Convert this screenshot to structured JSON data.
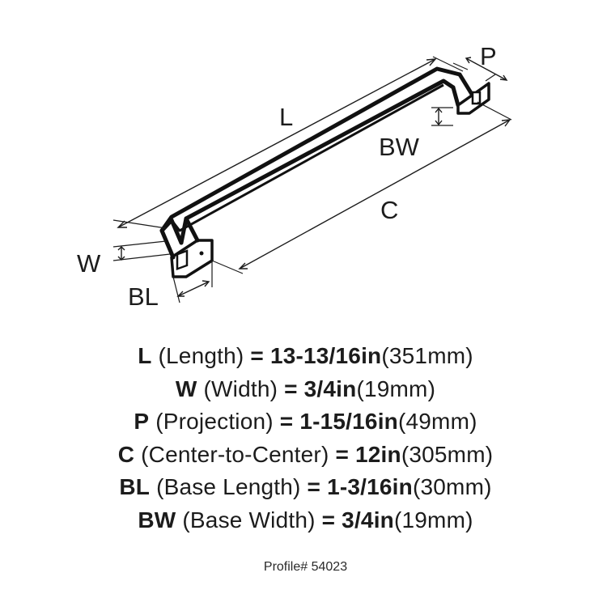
{
  "diagram": {
    "labels": {
      "L": "L",
      "P": "P",
      "BW": "BW",
      "C": "C",
      "W": "W",
      "BL": "BL"
    }
  },
  "specs": [
    {
      "abbr": "L",
      "name": "(Length)",
      "eq": "=",
      "value": "13-13/16in",
      "metric": "(351mm)"
    },
    {
      "abbr": "W",
      "name": "(Width)",
      "eq": "=",
      "value": "3/4in",
      "metric": "(19mm)"
    },
    {
      "abbr": "P",
      "name": "(Projection)",
      "eq": "=",
      "value": "1-15/16in",
      "metric": "(49mm)"
    },
    {
      "abbr": "C",
      "name": "(Center-to-Center)",
      "eq": "=",
      "value": "12in",
      "metric": "(305mm)"
    },
    {
      "abbr": "BL",
      "name": "(Base Length)",
      "eq": "=",
      "value": "1-3/16in",
      "metric": "(30mm)"
    },
    {
      "abbr": "BW",
      "name": "(Base Width)",
      "eq": "=",
      "value": "3/4in",
      "metric": "(19mm)"
    }
  ],
  "profile": "Profile# 54023"
}
